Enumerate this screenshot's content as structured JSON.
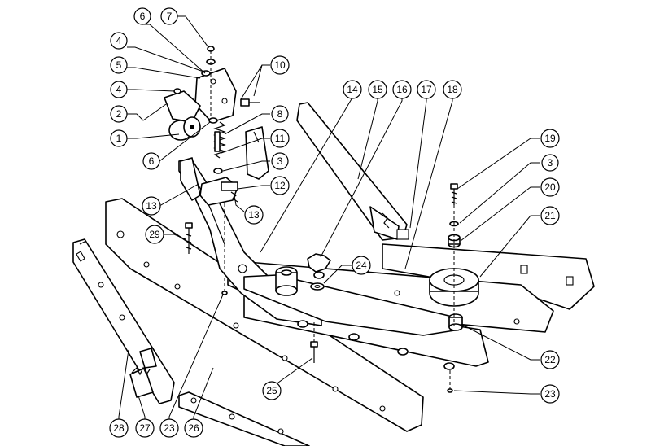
{
  "callouts": [
    {
      "id": "c6a",
      "label": "6"
    },
    {
      "id": "c7",
      "label": "7"
    },
    {
      "id": "c4a",
      "label": "4"
    },
    {
      "id": "c5",
      "label": "5"
    },
    {
      "id": "c10",
      "label": "10"
    },
    {
      "id": "c4b",
      "label": "4"
    },
    {
      "id": "c2",
      "label": "2"
    },
    {
      "id": "c8",
      "label": "8"
    },
    {
      "id": "c1",
      "label": "1"
    },
    {
      "id": "c6b",
      "label": "6"
    },
    {
      "id": "c11",
      "label": "11"
    },
    {
      "id": "c3a",
      "label": "3"
    },
    {
      "id": "c12",
      "label": "12"
    },
    {
      "id": "c13a",
      "label": "13"
    },
    {
      "id": "c13b",
      "label": "13"
    },
    {
      "id": "c14",
      "label": "14"
    },
    {
      "id": "c15",
      "label": "15"
    },
    {
      "id": "c16",
      "label": "16"
    },
    {
      "id": "c17",
      "label": "17"
    },
    {
      "id": "c18",
      "label": "18"
    },
    {
      "id": "c19",
      "label": "19"
    },
    {
      "id": "c3b",
      "label": "3"
    },
    {
      "id": "c20",
      "label": "20"
    },
    {
      "id": "c21",
      "label": "21"
    },
    {
      "id": "c24",
      "label": "24"
    },
    {
      "id": "c29",
      "label": "29"
    },
    {
      "id": "c22",
      "label": "22"
    },
    {
      "id": "c23a",
      "label": "23"
    },
    {
      "id": "c25",
      "label": "25"
    },
    {
      "id": "c28",
      "label": "28"
    },
    {
      "id": "c27",
      "label": "27"
    },
    {
      "id": "c23b",
      "label": "23"
    },
    {
      "id": "c26",
      "label": "26"
    }
  ]
}
